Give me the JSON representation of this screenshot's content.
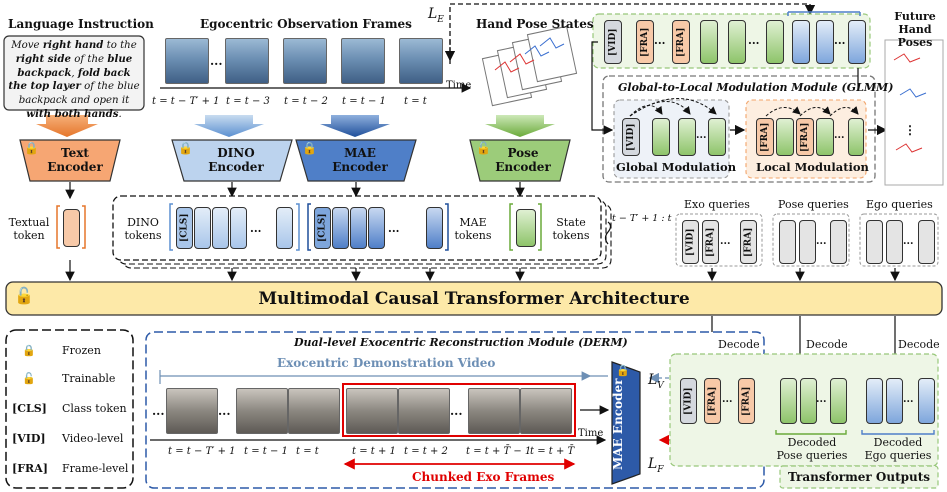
{
  "sections": {
    "language_instruction": "Language Instruction",
    "egocentric_frames": "Egocentric Observation Frames",
    "hand_pose_states": "Hand Pose States",
    "future_hand_poses": "Future\nHand Poses",
    "time": "Time",
    "loss_e": "L",
    "loss_e_sub": "E"
  },
  "instruction": {
    "segments": [
      {
        "text": "Move ",
        "bold": false
      },
      {
        "text": "right hand",
        "bold": true
      },
      {
        "text": " to the ",
        "bold": false
      },
      {
        "text": "right side",
        "bold": true
      },
      {
        "text": " of the ",
        "bold": false
      },
      {
        "text": "blue backpack",
        "bold": true
      },
      {
        "text": ", ",
        "bold": false
      },
      {
        "text": "fold back the top layer",
        "bold": true
      },
      {
        "text": " of the blue backpack and open it ",
        "bold": false
      },
      {
        "text": "with both hands",
        "bold": true
      },
      {
        "text": ".",
        "bold": false
      }
    ]
  },
  "frame_labels": [
    "t = t − T′ + 1",
    "t = t − 3",
    "t = t − 2",
    "t = t − 1",
    "t = t"
  ],
  "encoders": {
    "text": "Text\nEncoder",
    "dino": "DINO\nEncoder",
    "mae": "MAE\nEncoder",
    "pose": "Pose\nEncoder"
  },
  "tokens": {
    "textual": "Textual\ntoken",
    "dino": "DINO\ntokens",
    "mae": "MAE\ntokens",
    "state": "State\ntokens",
    "cls": "[CLS]",
    "range": "t − T′ + 1 : t"
  },
  "glmm": {
    "title": "Global-to-Local Modulation Module (GLMM)",
    "global": "Global Modulation",
    "local": "Local Modulation",
    "vid": "[VID]",
    "fra": "[FRA]"
  },
  "queries": {
    "exo": "Exo queries",
    "pose": "Pose queries",
    "ego": "Ego queries"
  },
  "transformer": "Multimodal Causal Transformer Architecture",
  "legend": {
    "frozen": "Frozen",
    "trainable": "Trainable",
    "cls_key": "[CLS]",
    "cls_val": "Class token",
    "vid_key": "[VID]",
    "vid_val": "Video-level",
    "fra_key": "[FRA]",
    "fra_val": "Frame-level"
  },
  "derm": {
    "title": "Dual-level Exocentric Reconstruction Module (DERM)",
    "video": "Exocentric Demonstration Video",
    "chunked": "Chunked Exo Frames",
    "time": "Time",
    "labels": [
      "t = t − T′ + 1",
      "t = t − 1",
      "t = t",
      "t = t + 1",
      "t = t + 2",
      "t = t + T̄ − 1",
      "t = t + T̄"
    ],
    "mae_encoder": "MAE Encoder",
    "loss_v": "L",
    "loss_v_sub": "V",
    "loss_f": "L",
    "loss_f_sub": "F"
  },
  "outputs": {
    "decode": "Decode",
    "decoded_pose": "Decoded\nPose queries",
    "decoded_ego": "Decoded\nEgo queries",
    "title": "Transformer Outputs"
  },
  "dots": "..."
}
